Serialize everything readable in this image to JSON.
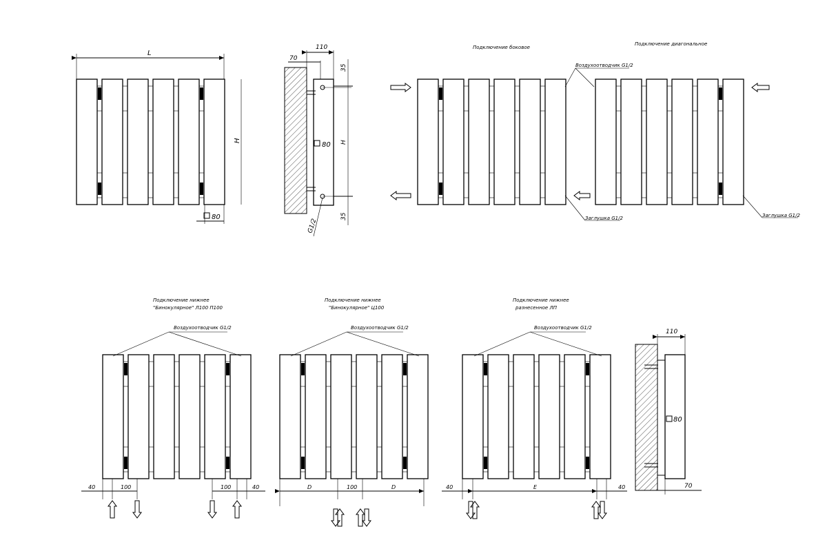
{
  "labels": {
    "dim_L": "L",
    "dim_H": "H",
    "dim_110": "110",
    "dim_70": "70",
    "dim_35": "35",
    "dim_80": "80",
    "thread": "G1/2",
    "side_connection": "Подключение боковое",
    "diagonal_connection": "Подключение диагональное",
    "air_vent": "Воздухоотводчик G1/2",
    "plug": "Заглушка G1/2",
    "bottom_1_line1": "Подключение нижнее",
    "bottom_1_line2": "\"Бинокулярное\" Л100 П100",
    "bottom_2_line1": "Подключение нижнее",
    "bottom_2_line2": "\"Бинокулярное\" Ц100",
    "bottom_3_line1": "Подключение нижнее",
    "bottom_3_line2": "разнесенное ЛП",
    "dim_40": "40",
    "dim_100": "100",
    "dim_D": "D",
    "dim_E": "E"
  }
}
